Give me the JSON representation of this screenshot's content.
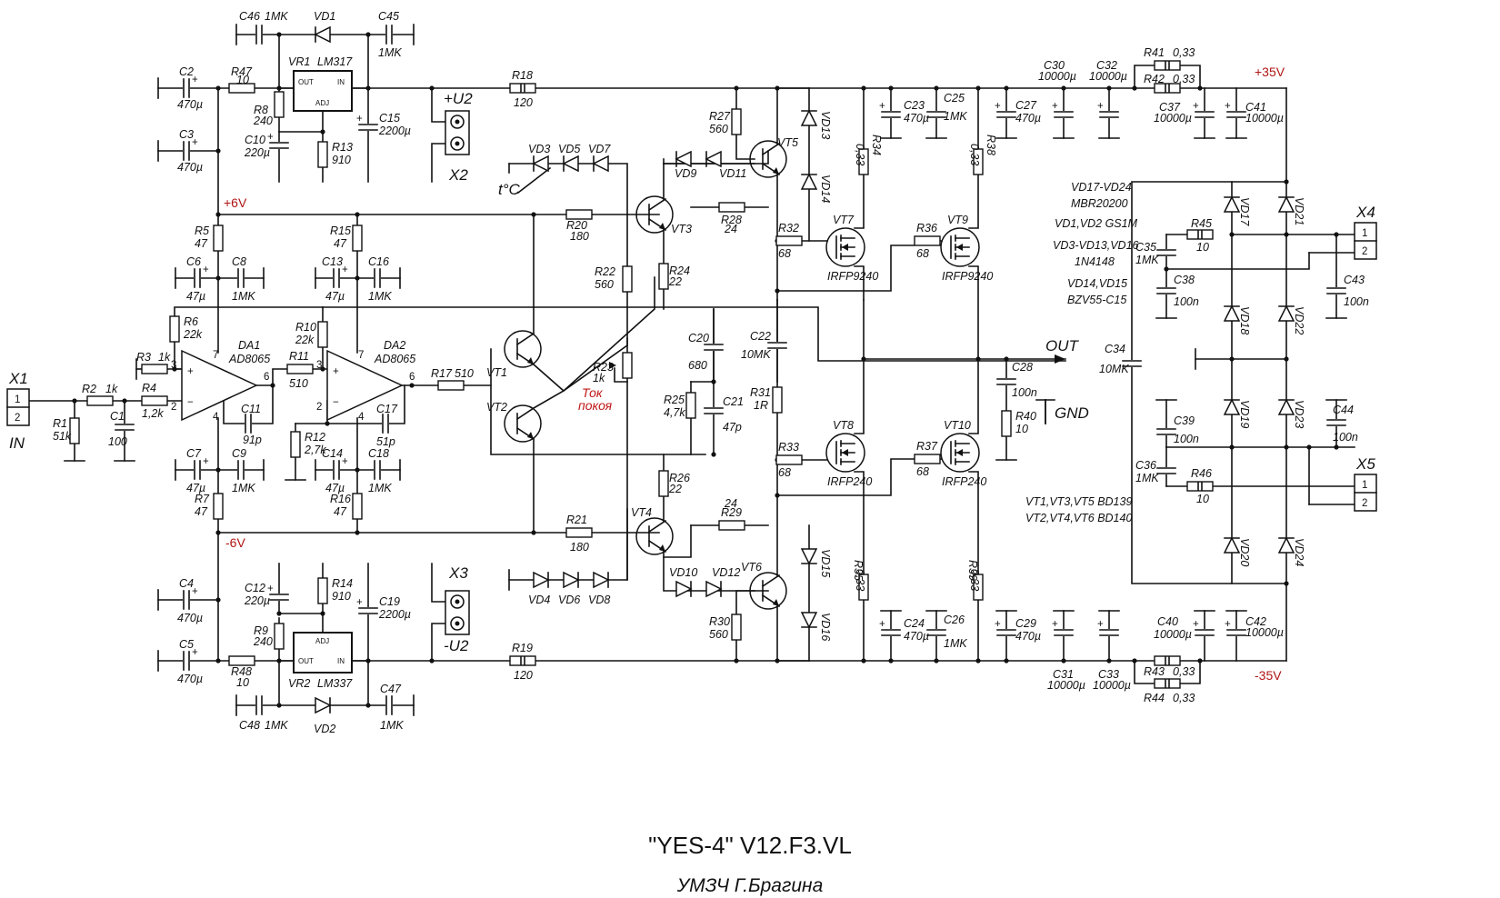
{
  "title": "\"YES-4\"  V12.F3.VL",
  "subtitle": "УМЗЧ Г.Брагина",
  "rails": {
    "pos35": "+35V",
    "neg35": "-35V",
    "pos6": "+6V",
    "neg6": "-6V"
  },
  "nets": {
    "out": "OUT",
    "gnd": "GND",
    "input": "IN",
    "bias": "Ток\nпокоя",
    "temp": "t°C"
  },
  "connectors": [
    {
      "ref": "X1",
      "pins": [
        "1",
        "2"
      ]
    },
    {
      "ref": "X2",
      "label": "+U2"
    },
    {
      "ref": "X3",
      "label": "-U2"
    },
    {
      "ref": "X4",
      "pins": [
        "1",
        "2"
      ]
    },
    {
      "ref": "X5",
      "pins": [
        "1",
        "2"
      ]
    }
  ],
  "ics": [
    {
      "ref": "DA1",
      "part": "AD8065",
      "pins": [
        "3",
        "2",
        "7",
        "4",
        "6"
      ]
    },
    {
      "ref": "DA2",
      "part": "AD8065",
      "pins": [
        "3",
        "2",
        "7",
        "4",
        "6"
      ]
    },
    {
      "ref": "VR1",
      "part": "LM317",
      "pins": [
        "OUT",
        "IN",
        "ADJ"
      ]
    },
    {
      "ref": "VR2",
      "part": "LM337",
      "pins": [
        "ADJ",
        "OUT",
        "IN"
      ]
    }
  ],
  "resistors": [
    {
      "ref": "R1",
      "value": "51k"
    },
    {
      "ref": "R2",
      "value": "1k"
    },
    {
      "ref": "R3",
      "value": "1k"
    },
    {
      "ref": "R4",
      "value": "1,2k"
    },
    {
      "ref": "R5",
      "value": "47"
    },
    {
      "ref": "R6",
      "value": "22k"
    },
    {
      "ref": "R7",
      "value": "47"
    },
    {
      "ref": "R8",
      "value": "240"
    },
    {
      "ref": "R9",
      "value": "240"
    },
    {
      "ref": "R10",
      "value": "22k"
    },
    {
      "ref": "R11",
      "value": "510"
    },
    {
      "ref": "R12",
      "value": "2,7k"
    },
    {
      "ref": "R13",
      "value": "910"
    },
    {
      "ref": "R14",
      "value": "910"
    },
    {
      "ref": "R15",
      "value": "47"
    },
    {
      "ref": "R16",
      "value": "47"
    },
    {
      "ref": "R17",
      "value": "510"
    },
    {
      "ref": "R18",
      "value": "120"
    },
    {
      "ref": "R19",
      "value": "120"
    },
    {
      "ref": "R20",
      "value": "180"
    },
    {
      "ref": "R21",
      "value": "180"
    },
    {
      "ref": "R22",
      "value": "560"
    },
    {
      "ref": "R23",
      "value": "1k"
    },
    {
      "ref": "R24",
      "value": "22"
    },
    {
      "ref": "R25",
      "value": "4,7k"
    },
    {
      "ref": "R26",
      "value": "22"
    },
    {
      "ref": "R27",
      "value": "560"
    },
    {
      "ref": "R28",
      "value": "24"
    },
    {
      "ref": "R29",
      "value": "24"
    },
    {
      "ref": "R30",
      "value": "560"
    },
    {
      "ref": "R31",
      "value": "1R"
    },
    {
      "ref": "R32",
      "value": "68"
    },
    {
      "ref": "R33",
      "value": "68"
    },
    {
      "ref": "R34",
      "value": "0,33"
    },
    {
      "ref": "R35",
      "value": "0,33"
    },
    {
      "ref": "R36",
      "value": "68"
    },
    {
      "ref": "R37",
      "value": "68"
    },
    {
      "ref": "R38",
      "value": "0,33"
    },
    {
      "ref": "R39",
      "value": "0,33"
    },
    {
      "ref": "R40",
      "value": "10"
    },
    {
      "ref": "R41",
      "value": "0,33"
    },
    {
      "ref": "R42",
      "value": "0,33"
    },
    {
      "ref": "R43",
      "value": "0,33"
    },
    {
      "ref": "R44",
      "value": "0,33"
    },
    {
      "ref": "R45",
      "value": "10"
    },
    {
      "ref": "R46",
      "value": "10"
    },
    {
      "ref": "R47",
      "value": "10"
    },
    {
      "ref": "R48",
      "value": "10"
    }
  ],
  "capacitors": [
    {
      "ref": "C1",
      "value": "100"
    },
    {
      "ref": "C2",
      "value": "470µ"
    },
    {
      "ref": "C3",
      "value": "470µ"
    },
    {
      "ref": "C4",
      "value": "470µ"
    },
    {
      "ref": "C5",
      "value": "470µ"
    },
    {
      "ref": "C6",
      "value": "47µ"
    },
    {
      "ref": "C7",
      "value": "47µ"
    },
    {
      "ref": "C8",
      "value": "1MK"
    },
    {
      "ref": "C9",
      "value": "1MK"
    },
    {
      "ref": "C10",
      "value": "220µ"
    },
    {
      "ref": "C11",
      "value": "91p"
    },
    {
      "ref": "C12",
      "value": "220µ"
    },
    {
      "ref": "C13",
      "value": "47µ"
    },
    {
      "ref": "C14",
      "value": "47µ"
    },
    {
      "ref": "C15",
      "value": "2200µ"
    },
    {
      "ref": "C16",
      "value": "1MK"
    },
    {
      "ref": "C17",
      "value": "51p"
    },
    {
      "ref": "C18",
      "value": "1MK"
    },
    {
      "ref": "C19",
      "value": "2200µ"
    },
    {
      "ref": "C20",
      "value": "680"
    },
    {
      "ref": "C21",
      "value": "47p"
    },
    {
      "ref": "C22",
      "value": "10MK"
    },
    {
      "ref": "C23",
      "value": "470µ"
    },
    {
      "ref": "C24",
      "value": "470µ"
    },
    {
      "ref": "C25",
      "value": "1MK"
    },
    {
      "ref": "C26",
      "value": "1MK"
    },
    {
      "ref": "C27",
      "value": "470µ"
    },
    {
      "ref": "C28",
      "value": "100n"
    },
    {
      "ref": "C29",
      "value": "470µ"
    },
    {
      "ref": "C30",
      "value": "10000µ"
    },
    {
      "ref": "C31",
      "value": "10000µ"
    },
    {
      "ref": "C32",
      "value": "10000µ"
    },
    {
      "ref": "C33",
      "value": "10000µ"
    },
    {
      "ref": "C34",
      "value": "10MK"
    },
    {
      "ref": "C35",
      "value": "1MK"
    },
    {
      "ref": "C36",
      "value": "1MK"
    },
    {
      "ref": "C37",
      "value": "10000µ"
    },
    {
      "ref": "C38",
      "value": "100n"
    },
    {
      "ref": "C39",
      "value": "100n"
    },
    {
      "ref": "C40",
      "value": "10000µ"
    },
    {
      "ref": "C41",
      "value": "10000µ"
    },
    {
      "ref": "C42",
      "value": "10000µ"
    },
    {
      "ref": "C43",
      "value": "100n"
    },
    {
      "ref": "C44",
      "value": "100n"
    },
    {
      "ref": "C45",
      "value": "1MK"
    },
    {
      "ref": "C46",
      "value": "1MK"
    },
    {
      "ref": "C47",
      "value": "1MK"
    },
    {
      "ref": "C48",
      "value": "1MK"
    }
  ],
  "transistors": [
    {
      "ref": "VT1"
    },
    {
      "ref": "VT2"
    },
    {
      "ref": "VT3"
    },
    {
      "ref": "VT4"
    },
    {
      "ref": "VT5"
    },
    {
      "ref": "VT6"
    },
    {
      "ref": "VT7",
      "part": "IRFP9240"
    },
    {
      "ref": "VT8",
      "part": "IRFP240"
    },
    {
      "ref": "VT9",
      "part": "IRFP9240"
    },
    {
      "ref": "VT10",
      "part": "IRFP240"
    }
  ],
  "diodes": [
    "VD1",
    "VD2",
    "VD3",
    "VD4",
    "VD5",
    "VD6",
    "VD7",
    "VD8",
    "VD9",
    "VD10",
    "VD11",
    "VD12",
    "VD13",
    "VD14",
    "VD15",
    "VD16",
    "VD17",
    "VD18",
    "VD19",
    "VD20",
    "VD21",
    "VD22",
    "VD23",
    "VD24"
  ],
  "notes": [
    "VD17-VD24",
    "MBR20200",
    "VD1,VD2 GS1M",
    "VD3-VD13,VD16",
    "1N4148",
    "VD14,VD15",
    "BZV55-C15",
    "VT1,VT3,VT5  BD139",
    "VT2,VT4,VT6  BD140"
  ]
}
